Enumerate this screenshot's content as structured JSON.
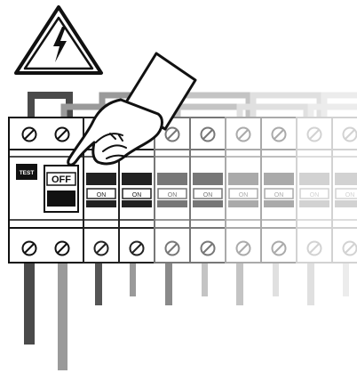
{
  "warning_sign": {
    "icon": "high-voltage-warning-icon"
  },
  "rcd": {
    "test_label": "TEST",
    "switch_label": "OFF"
  },
  "breakers": [
    {
      "label": "ON",
      "shade": "#222222"
    },
    {
      "label": "ON",
      "shade": "#222222"
    },
    {
      "label": "ON",
      "shade": "#777777"
    },
    {
      "label": "ON",
      "shade": "#777777"
    },
    {
      "label": "ON",
      "shade": "#aaaaaa"
    },
    {
      "label": "ON",
      "shade": "#aaaaaa"
    },
    {
      "label": "ON",
      "shade": "#d2d2d2"
    },
    {
      "label": "ON",
      "shade": "#d2d2d2"
    }
  ],
  "hand": {
    "icon": "pointing-hand-icon"
  }
}
